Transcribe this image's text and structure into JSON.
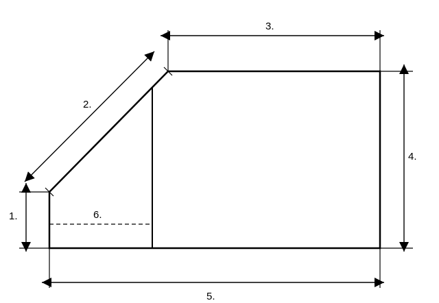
{
  "colors": {
    "stroke": "#000000",
    "background": "#ffffff"
  },
  "dimensions": [
    {
      "id": "1",
      "label": "1."
    },
    {
      "id": "2",
      "label": "2."
    },
    {
      "id": "3",
      "label": "3."
    },
    {
      "id": "4",
      "label": "4."
    },
    {
      "id": "5",
      "label": "5."
    },
    {
      "id": "6",
      "label": "6."
    }
  ]
}
